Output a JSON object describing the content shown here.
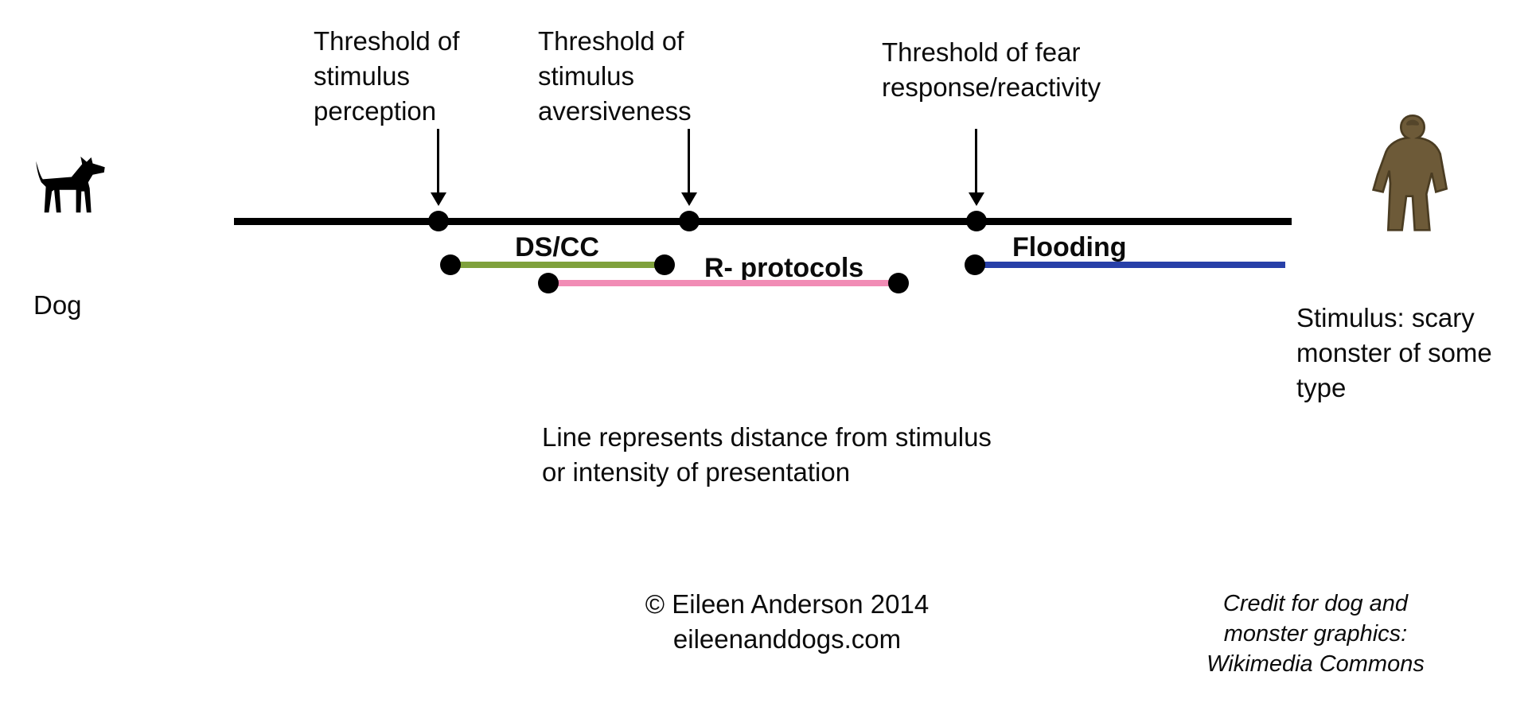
{
  "diagram": {
    "dog_label": "Dog",
    "thresholds": [
      {
        "lines": [
          "Threshold of",
          "stimulus",
          "perception"
        ]
      },
      {
        "lines": [
          "Threshold of",
          "stimulus",
          "aversiveness"
        ]
      },
      {
        "lines": [
          "Threshold of fear",
          "response/reactivity"
        ]
      }
    ],
    "segments": [
      {
        "label": "DS/CC",
        "color": "#7fa13c"
      },
      {
        "label": "R- protocols",
        "color": "#f18cb5"
      },
      {
        "label": "Flooding",
        "color": "#2840a8"
      }
    ],
    "stimulus_lines": [
      "Stimulus: scary",
      "monster of some",
      "type"
    ],
    "caption_lines": [
      "Line represents distance from stimulus",
      "or intensity of presentation"
    ],
    "copyright_lines": [
      "© Eileen Anderson 2014",
      "eileenanddogs.com"
    ],
    "credit_lines": [
      "Credit for dog and",
      "monster graphics:",
      "Wikimedia Commons"
    ],
    "colors": {
      "line": "#000000",
      "dscc": "#7fa13c",
      "r_protocols": "#f18cb5",
      "flooding": "#2840a8",
      "monster": "#6d5a38",
      "monster_outline": "#4a3c22"
    }
  }
}
